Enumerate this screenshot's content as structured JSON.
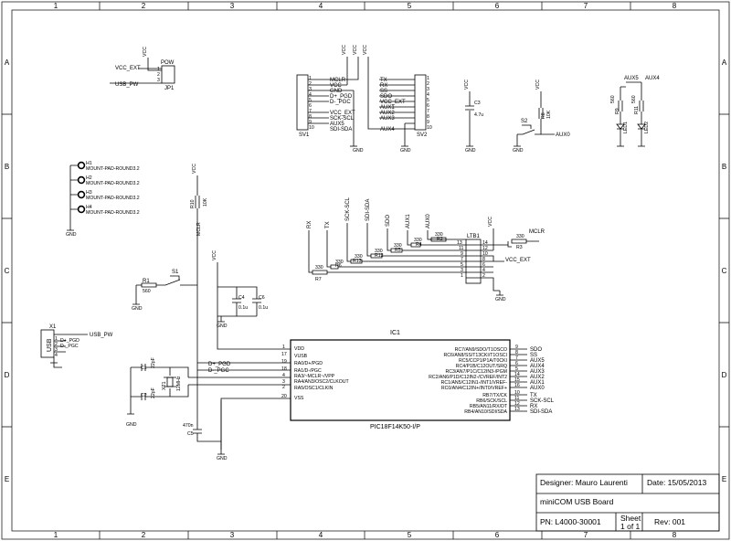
{
  "frame": {
    "cols": [
      "1",
      "2",
      "3",
      "4",
      "5",
      "6",
      "7",
      "8"
    ],
    "rows": [
      "A",
      "B",
      "C",
      "D",
      "E"
    ]
  },
  "title_block": {
    "designer": "Designer: Mauro Laurenti",
    "date": "Date: 15/05/2013",
    "project": "miniCOM USB Board",
    "pn": "PN: L4000-30001",
    "sheet_line1": "Sheet",
    "sheet_line2": "1 of 1",
    "rev": "Rev: 001"
  },
  "pow": {
    "name": "POW",
    "ref": "JP1",
    "pins": [
      "1",
      "2",
      "3"
    ],
    "vcc": "VCC",
    "vcc_ext": "VCC_EXT",
    "usb_pw": "USB_PW"
  },
  "sv1": {
    "ref": "SV1",
    "gnd": "GND",
    "vcc1": "VCC",
    "vcc2": "VCC",
    "pins": [
      "1",
      "2",
      "3",
      "4",
      "5",
      "6",
      "7",
      "8",
      "9",
      "10"
    ],
    "signals": [
      "MCLR",
      "VCC",
      "GND",
      "D+_PGD",
      "D-_PGC",
      "",
      "VCC_EXT",
      "SCK-SCL",
      "AUX5",
      "SDI-SDA"
    ]
  },
  "sv2": {
    "ref": "SV2",
    "gnd": "GND",
    "vcc": "VCC",
    "pins": [
      "1",
      "2",
      "3",
      "4",
      "5",
      "6",
      "7",
      "8",
      "9",
      "10"
    ],
    "signals": [
      "TX",
      "RX",
      "SS",
      "SDO",
      "VCC_EXT",
      "AUX1",
      "AUX2",
      "AUX3",
      "",
      "AUX4"
    ]
  },
  "c3": {
    "ref": "C3",
    "value": "4.7u",
    "vcc": "VCC",
    "gnd": "GND"
  },
  "s2": {
    "ref": "S2",
    "r_ref": "R8",
    "r_value": "10K",
    "vcc": "VCC",
    "gnd": "GND",
    "net": "AUX0"
  },
  "leds": {
    "aux5": "AUX5",
    "aux4": "AUX4",
    "r9": "R9",
    "r9_value": "560",
    "r11": "R11",
    "r11_value": "560",
    "led1": "LED1",
    "led2": "LED2"
  },
  "mount": {
    "labels": [
      "H1",
      "H2",
      "H3",
      "H4"
    ],
    "value": "MOUNT-PAD-ROUND3.2",
    "gnd": "GND"
  },
  "r10": {
    "ref": "R10",
    "value": "10K",
    "vcc": "VCC",
    "net": "MCLR"
  },
  "r1": {
    "ref": "R1",
    "value": "560",
    "s1": "S1",
    "gnd": "GND"
  },
  "caps_supply": {
    "vcc": "VCC",
    "c4": "C4",
    "c4_value": "0.1u",
    "c6": "C6",
    "c6_value": "0.1u",
    "gnd": "GND"
  },
  "x1": {
    "ref": "X1",
    "usb": "USB",
    "usb_pw": "USB_PW",
    "dp": "D+_PGD",
    "dm": "D-_PGC",
    "pins": [
      "1",
      "2",
      "3",
      "4"
    ]
  },
  "crystal": {
    "c1": "C1",
    "c1_value": "22pF",
    "c2": "C2",
    "c2_value": "22pF",
    "xt1": "XT1",
    "xt1_value": "12MHz",
    "gnd": "GND",
    "c5": "C5",
    "c5_value": "470n",
    "dp": "D+_PGD",
    "dm": "D-_PGC"
  },
  "resistors_ltb": {
    "names": [
      "RX",
      "TX",
      "SCK-SCL",
      "SDI-SDA",
      "SDO",
      "AUX1",
      "AUX0"
    ],
    "refs": [
      "R7",
      "R6",
      "R13",
      "R12",
      "R5",
      "R4",
      "R2"
    ],
    "value": "330",
    "r3": "R3",
    "r3_value": "330",
    "mclr": "MCLR",
    "vcc": "VCC",
    "vcc_ext": "VCC_EXT",
    "gnd": "GND"
  },
  "ltb1": {
    "ref": "LTB1",
    "left_pins": [
      "13",
      "11",
      "9",
      "7",
      "5",
      "3",
      "1"
    ],
    "right_pins": [
      "14",
      "12",
      "10",
      "8",
      "6",
      "4",
      "2"
    ]
  },
  "ic1": {
    "ref": "IC1",
    "part": "PIC18F14K50-I/P",
    "left_pins": [
      "1",
      "17",
      "19",
      "18",
      "4",
      "3",
      "2",
      "20"
    ],
    "left_names": [
      "VDD",
      "VUSB",
      "RA0/D+/PGD",
      "RA1/D-/PGC",
      "RA3/~MCLR~/VPP",
      "RA4/AN3/OSC2/CLKOUT",
      "RA5/OSC1/CLKIN",
      "VSS"
    ],
    "right_pins": [
      "9",
      "8",
      "7",
      "6",
      "5",
      "14",
      "15",
      "16",
      "10",
      "11",
      "12",
      "13"
    ],
    "right_names": [
      "RC7/AN9/SDO/T1OSCO",
      "RC6/AN8/SS/T13CKI/T1OSCI",
      "RC5/CCP1/P1A/T0CKI",
      "RC4/P1B/C12OUT/SRQ",
      "RC3/AN7/P1C/C12IN3-/PGM",
      "RC2/AN6/P1D/C12IN2-/CVREF/INT2",
      "RC1/AN5/C12IN1-/INT1/VREF-",
      "RC0/AN4/C12IN+/INT0/VREF+",
      "RB7/TX/CK",
      "RB6/SCK/SCL",
      "RB5/AN11/RX/DT",
      "RB4/AN10/SDI/SDA"
    ],
    "right_nets": [
      "SDO",
      "SS",
      "AUX5",
      "AUX4",
      "AUX3",
      "AUX2",
      "AUX1",
      "AUX0",
      "TX",
      "SCK-SCL",
      "RX",
      "SDI-SDA"
    ]
  },
  "gnd": "GND"
}
